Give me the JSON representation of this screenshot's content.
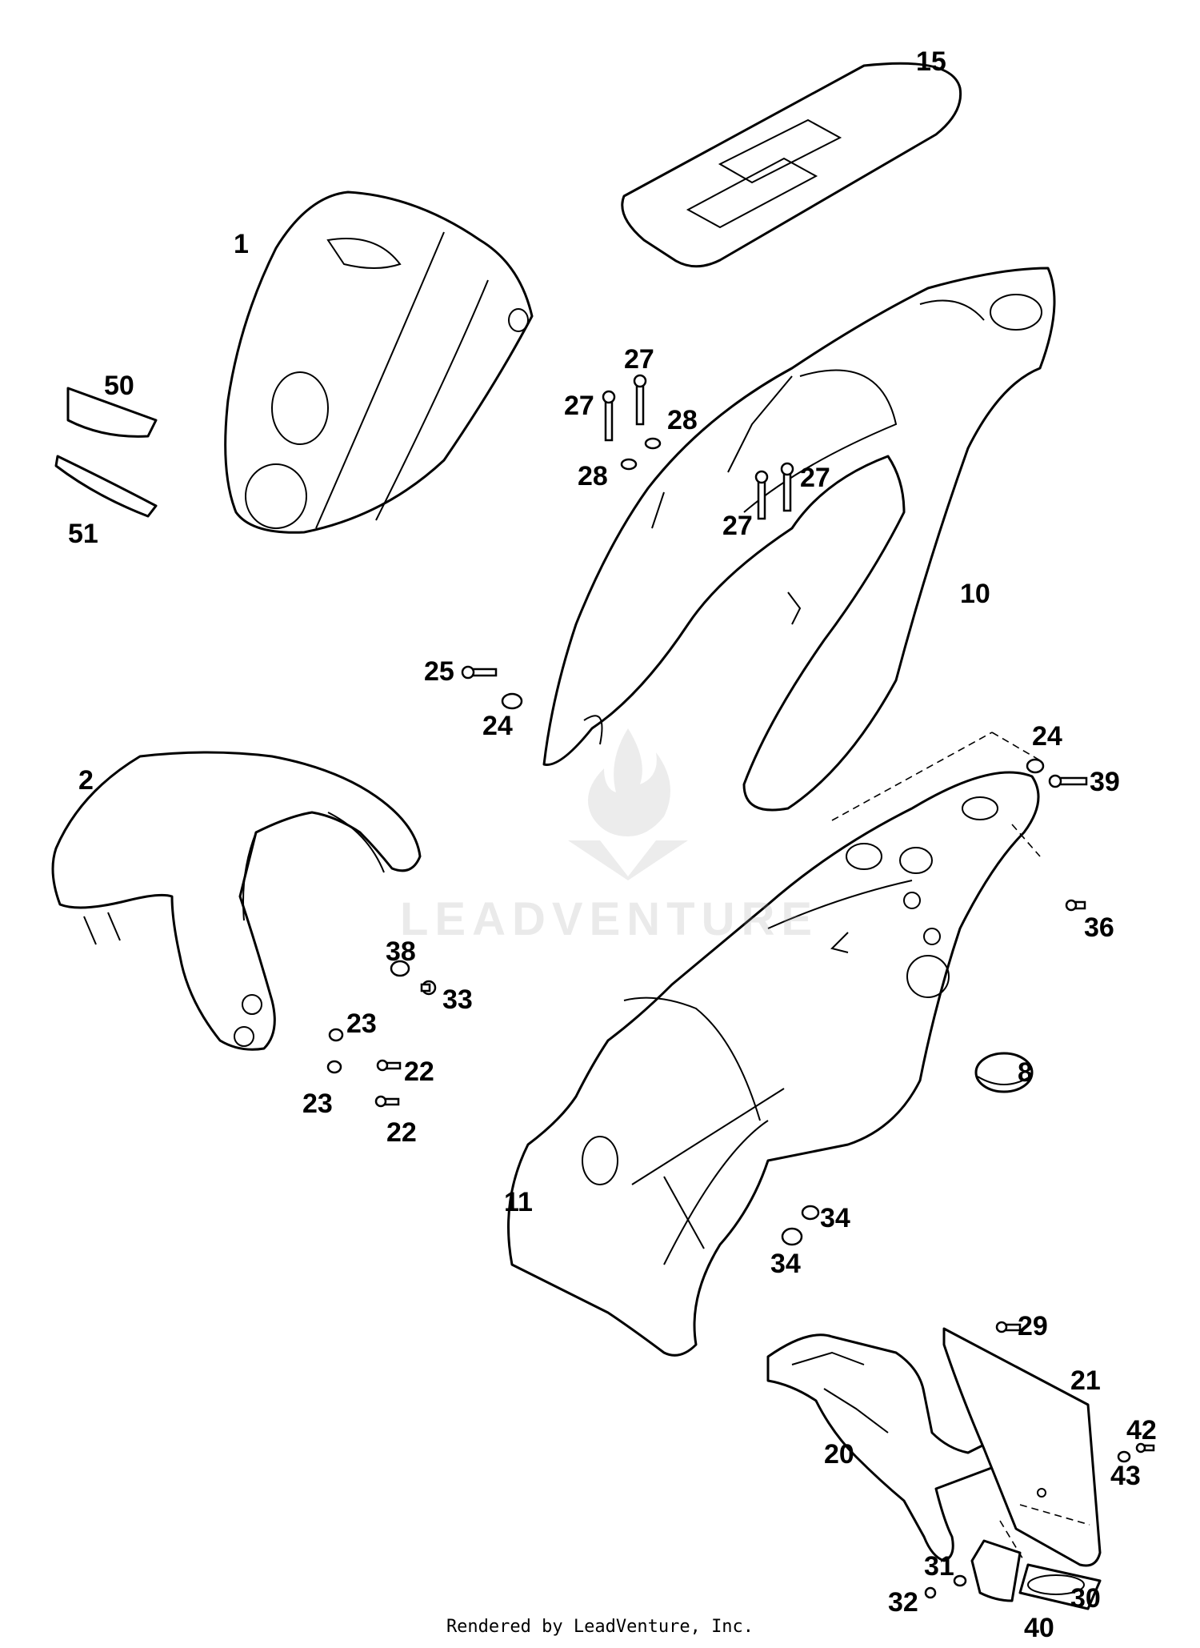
{
  "diagram": {
    "callouts": [
      {
        "id": "c1",
        "text": "1"
      },
      {
        "id": "c2",
        "text": "2"
      },
      {
        "id": "c8",
        "text": "8"
      },
      {
        "id": "c10",
        "text": "10"
      },
      {
        "id": "c11",
        "text": "11"
      },
      {
        "id": "c15",
        "text": "15"
      },
      {
        "id": "c20",
        "text": "20"
      },
      {
        "id": "c21",
        "text": "21"
      },
      {
        "id": "c22a",
        "text": "22"
      },
      {
        "id": "c22b",
        "text": "22"
      },
      {
        "id": "c23a",
        "text": "23"
      },
      {
        "id": "c23b",
        "text": "23"
      },
      {
        "id": "c24a",
        "text": "24"
      },
      {
        "id": "c24b",
        "text": "24"
      },
      {
        "id": "c25",
        "text": "25"
      },
      {
        "id": "c27a",
        "text": "27"
      },
      {
        "id": "c27b",
        "text": "27"
      },
      {
        "id": "c27c",
        "text": "27"
      },
      {
        "id": "c27d",
        "text": "27"
      },
      {
        "id": "c28a",
        "text": "28"
      },
      {
        "id": "c28b",
        "text": "28"
      },
      {
        "id": "c29",
        "text": "29"
      },
      {
        "id": "c30",
        "text": "30"
      },
      {
        "id": "c31",
        "text": "31"
      },
      {
        "id": "c32",
        "text": "32"
      },
      {
        "id": "c33",
        "text": "33"
      },
      {
        "id": "c34a",
        "text": "34"
      },
      {
        "id": "c34b",
        "text": "34"
      },
      {
        "id": "c36",
        "text": "36"
      },
      {
        "id": "c38",
        "text": "38"
      },
      {
        "id": "c39",
        "text": "39"
      },
      {
        "id": "c40",
        "text": "40"
      },
      {
        "id": "c42",
        "text": "42"
      },
      {
        "id": "c43",
        "text": "43"
      },
      {
        "id": "c50",
        "text": "50"
      },
      {
        "id": "c51",
        "text": "51"
      }
    ],
    "watermark": "LEADVENTURE",
    "footer": "Rendered by LeadVenture, Inc."
  }
}
